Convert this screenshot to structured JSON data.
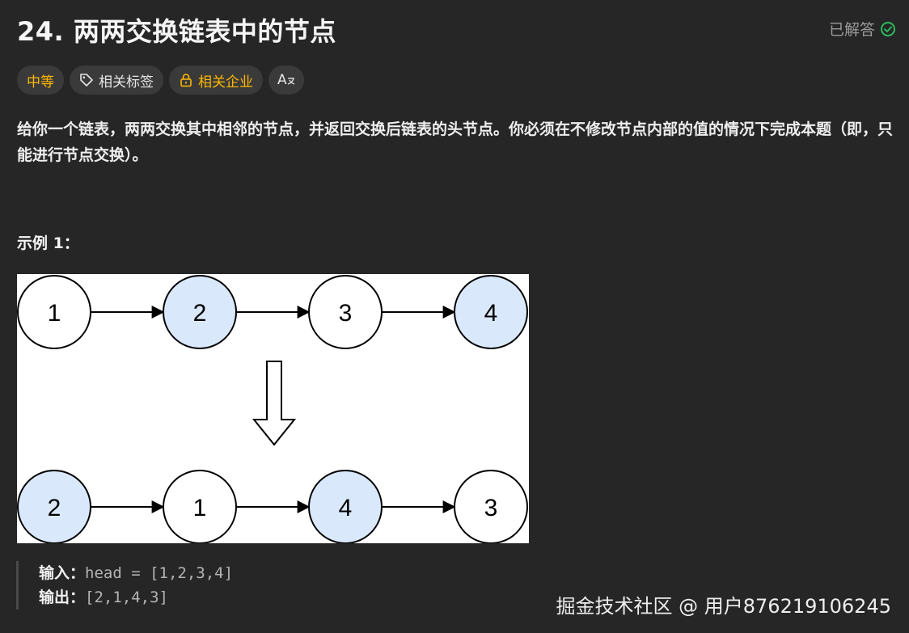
{
  "problem": {
    "title": "24. 两两交换链表中的节点",
    "status": "已解答",
    "tags": {
      "difficulty": "中等",
      "related_tags": "相关标签",
      "related_companies": "相关企业",
      "translate": "A"
    },
    "description": "给你一个链表，两两交换其中相邻的节点，并返回交换后链表的头节点。你必须在不修改节点内部的值的情况下完成本题（即，只能进行节点交换）。"
  },
  "example": {
    "title": "示例 1：",
    "diagram": {
      "before": [
        {
          "value": "1",
          "highlighted": false
        },
        {
          "value": "2",
          "highlighted": true
        },
        {
          "value": "3",
          "highlighted": false
        },
        {
          "value": "4",
          "highlighted": true
        }
      ],
      "after": [
        {
          "value": "2",
          "highlighted": true
        },
        {
          "value": "1",
          "highlighted": false
        },
        {
          "value": "4",
          "highlighted": true
        },
        {
          "value": "3",
          "highlighted": false
        }
      ]
    },
    "input_label": "输入：",
    "input_value": "head = [1,2,3,4]",
    "output_label": "输出：",
    "output_value": "[2,1,4,3]"
  },
  "watermark": "掘金技术社区 @ 用户876219106245",
  "colors": {
    "accent_yellow": "#ffb800",
    "solved_green": "#2cbb5d",
    "node_highlight": "#dae8fc"
  }
}
